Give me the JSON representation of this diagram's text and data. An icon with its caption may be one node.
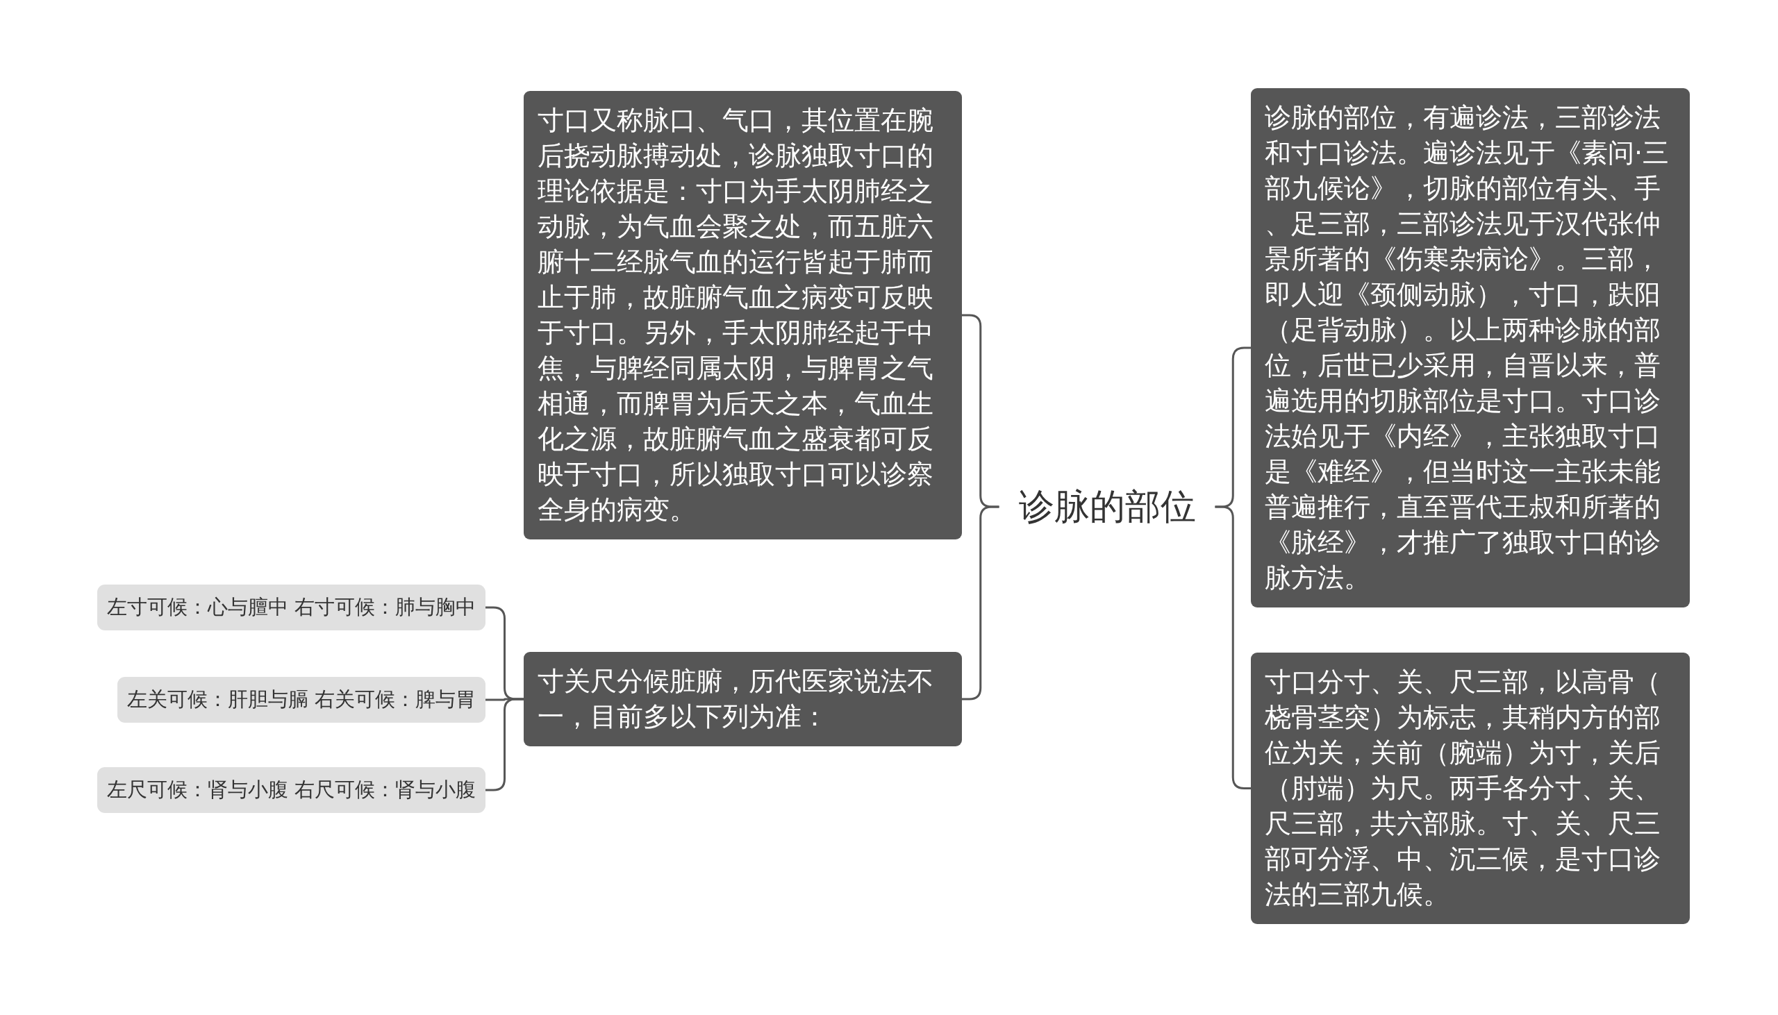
{
  "diagram": {
    "nodes": [
      {
        "text": [
          "诊脉的部位"
        ]
      },
      {
        "text": [
          "寸口又称脉口、气口，其位置在腕后挠动脉搏动处，诊脉独取寸口的理论依据是：寸口为手太阴肺经之动脉，为气血会聚之处，而五脏六腑十二经脉气血的运行皆起于肺而止于肺，故脏腑气血之病变可反映于寸口。另外，手太阴肺经起于中焦，与脾经同属太阴，与脾胃之气相通，而脾胃为后天之本，气血生化之源，故脏腑气血之盛衰都可反映于寸口，所以独取寸口可以诊察全身的病变。"
        ]
      },
      {
        "text": [
          "寸关尺分候脏腑，历代医家说法不一，目前多以下列为准："
        ]
      },
      {
        "text": [
          "左寸可候：心与膻中 右寸可候：肺与胸中"
        ]
      },
      {
        "text": [
          "左关可候：肝胆与膈 右关可候：脾与胃"
        ]
      },
      {
        "text": [
          "左尺可候：肾与小腹 右尺可候：肾与小腹"
        ]
      },
      {
        "text": [
          "诊脉的部位，有遍诊法，三部诊法和寸口诊法。遍诊法见于《素问·三部九候论》，切脉的部位有头、手、足三部，三部诊法见于汉代张仲景所著的《伤寒杂病论》。三部，即人迎《颈侧动脉），寸口，趺阳（足背动脉）。以上两种诊脉的部位，后世已少采用，自晋以来，普遍选用的切脉部位是寸口。寸口诊法始见于《内经》，主张独取寸口是《难经》，但当时这一主张未能普遍推行，直至晋代王叔和所著的《脉经》，才推广了独取寸口的诊脉方法。"
        ]
      },
      {
        "text": [
          "寸口分寸、关、尺三部，以高骨（桡骨茎突）为标志，其稍内方的部位为关，关前（腕端）为寸，关后（肘端）为尺。两手各分寸、关、尺三部，共六部脉。寸、关、尺三部可分浮、中、沉三候，是寸口诊法的三部九候。"
        ]
      }
    ],
    "edges": [
      {
        "from": 0,
        "to": 1,
        "arrow": "none"
      },
      {
        "from": 0,
        "to": 2,
        "arrow": "none"
      },
      {
        "from": 2,
        "to": 3,
        "arrow": "none"
      },
      {
        "from": 2,
        "to": 4,
        "arrow": "none"
      },
      {
        "from": 2,
        "to": 5,
        "arrow": "none"
      },
      {
        "from": 0,
        "to": 6,
        "arrow": "none"
      },
      {
        "from": 0,
        "to": 7,
        "arrow": "none"
      }
    ]
  }
}
